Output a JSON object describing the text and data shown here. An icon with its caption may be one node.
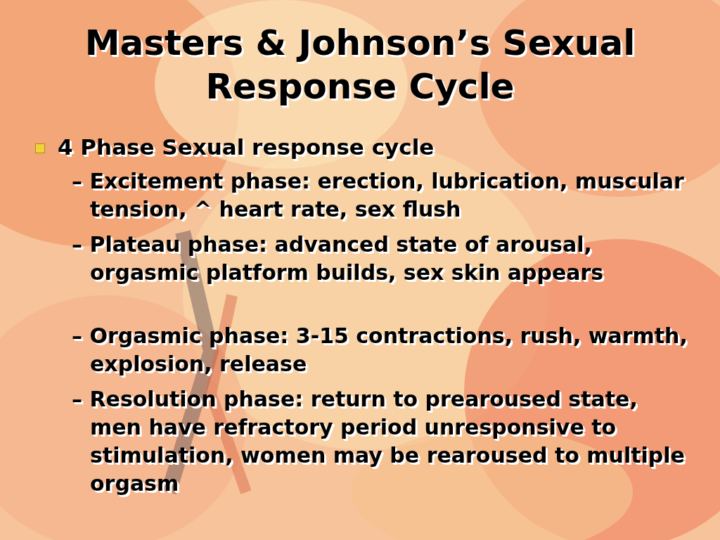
{
  "diagram": {
    "title": "Masters & Johnson’s Sexual Response Cycle",
    "labels": [
      "4 Phase Sexual response cycle",
      "– Excitement phase: erection, lubrication, muscular tension, ^ heart rate, sex flush",
      "– Plateau phase: advanced state of arousal, orgasmic platform builds, sex skin appears",
      "– Orgasmic phase: 3-15 contractions, rush, warmth, explosion, release",
      "– Resolution phase: return to prearoused state, men have refractory period unresponsive to stimulation, women may be rearoused to multiple orgasm"
    ]
  }
}
